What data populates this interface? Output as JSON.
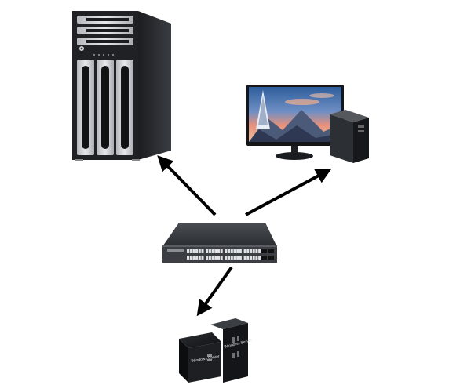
{
  "diagram": {
    "nodes": [
      {
        "id": "tower-server",
        "icon": "tower-server-icon"
      },
      {
        "id": "desktop-workstation",
        "icon": "monitor-minipc-icon"
      },
      {
        "id": "network-switch",
        "icon": "rack-switch-icon"
      },
      {
        "id": "mini-pc-box",
        "icon": "mini-pc-icon"
      }
    ],
    "edges": [
      {
        "from": "network-switch",
        "to": "tower-server"
      },
      {
        "from": "network-switch",
        "to": "desktop-workstation"
      },
      {
        "from": "network-switch",
        "to": "mini-pc-box"
      }
    ],
    "colors": {
      "arrow": "#000000",
      "background": "#ffffff",
      "chassis-dark": "#2a2d31",
      "panel-silver": "#c9ccd0"
    }
  }
}
